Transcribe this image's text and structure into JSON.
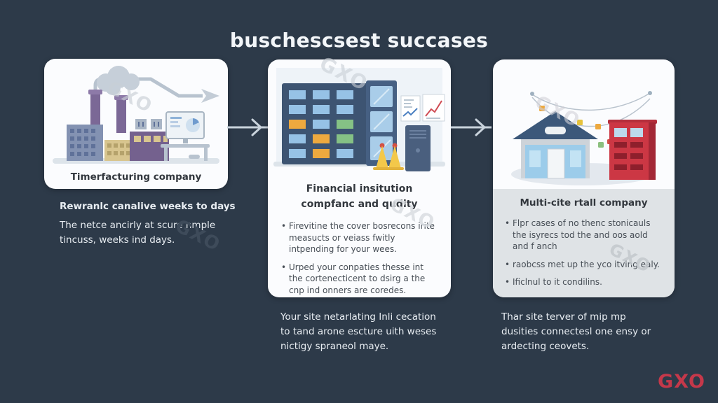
{
  "slide": {
    "title": "buschescsest succases",
    "watermark": "GXO",
    "footer_logo": "GXO",
    "background_color": "#2d3a49",
    "accent_red": "#c5384a",
    "arrow_color": "#c9d3dc"
  },
  "cards": [
    {
      "caption": "Timerfacturing company",
      "note_heading": "Rewranlc canalive weeks to days",
      "note_body": "The netce ancirly at scure nmple tincuss, weeks ind days."
    },
    {
      "heading_line1": "Financial insitution",
      "heading_line2": "compfanc and qudity",
      "bullets": [
        "Firevitine the cover bosrecons irite measucts or veiass fwitly intpending for your wees.",
        "Urped your conpaties thesse int the cortenecticent to dsirg a the cnp ind onners are coredes."
      ],
      "note_body": "Your site netarlating Inli cecation to tand arone escture uith weses nictigy spraneol maye."
    },
    {
      "heading": "Multi-cite rtall company",
      "bullets": [
        "Flpr cases of no thenc stonicauls the isyrecs tod the and oos aold and f anch",
        "raobcss met up the yco itving ealy.",
        "Ificlnul to it condilins."
      ],
      "note_body": "Thar site terver of mip mp dusities connectesl one ensy or ardecting ceovets."
    }
  ]
}
